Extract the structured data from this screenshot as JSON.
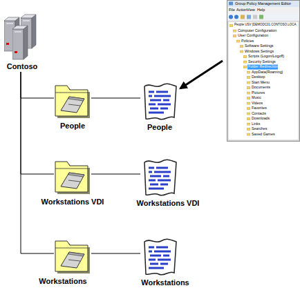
{
  "diagram": {
    "nodes": [
      {
        "text": [
          "Contoso"
        ]
      },
      {
        "text": [
          "People"
        ]
      },
      {
        "text": [
          "People"
        ]
      },
      {
        "text": [
          "Workstations VDI"
        ]
      },
      {
        "text": [
          "Workstations VDI"
        ]
      },
      {
        "text": [
          "Workstations"
        ]
      },
      {
        "text": [
          "Workstations"
        ]
      },
      {
        "text": [
          "Group Policy Management Editor",
          "File",
          "Action",
          "View",
          "Help",
          "People USV [DEMODC01.CONTOSO.LOCA",
          "Computer Configuration",
          "User Configuration",
          "Policies",
          "Software Settings",
          "Windows Settings",
          "Scripts (Logon/Logoff)",
          "Security Settings",
          "Folder Redirection",
          "AppData(Roaming)",
          "Desktop",
          "Start Menu",
          "Documents",
          "Pictures",
          "Music",
          "Videos",
          "Favorites",
          "Contacts",
          "Downloads",
          "Links",
          "Searches",
          "Saved Games"
        ]
      }
    ],
    "edges": [
      {
        "from": 0,
        "to": 1,
        "arrow": "none"
      },
      {
        "from": 1,
        "to": 2,
        "arrow": "none"
      },
      {
        "from": 0,
        "to": 3,
        "arrow": "none"
      },
      {
        "from": 3,
        "to": 4,
        "arrow": "none"
      },
      {
        "from": 0,
        "to": 5,
        "arrow": "none"
      },
      {
        "from": 5,
        "to": 6,
        "arrow": "none"
      },
      {
        "from": 7,
        "to": 2,
        "arrow": "to"
      }
    ]
  }
}
